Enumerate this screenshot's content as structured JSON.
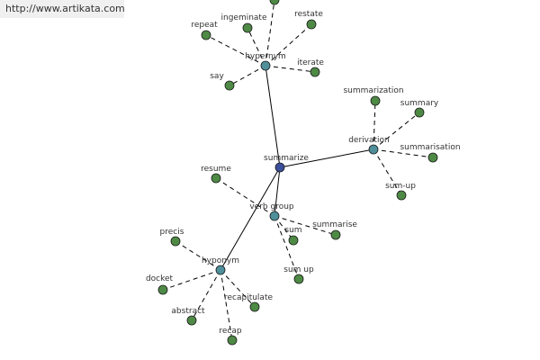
{
  "watermark": "http://www.artikata.com",
  "colors": {
    "center": "#3c4f9a",
    "hub": "#4f8f9a",
    "leaf": "#4e8a45",
    "edge": "#000000"
  },
  "nodes": {
    "summarize": "summarize",
    "hypernym_top": "hypernym",
    "derivation": "derivation",
    "verb_group": "verb group",
    "hyponym": "hyponym",
    "repeat": "repeat",
    "ingeminate": "ingeminate",
    "restate": "restate",
    "say": "say",
    "iterate": "iterate",
    "summarization": "summarization",
    "summary": "summary",
    "summarisation": "summarisation",
    "sum_up_deriv": "sum-up",
    "resume": "resume",
    "summarise": "summarise",
    "sum": "sum",
    "sum_up": "sum up",
    "precis": "precis",
    "docket": "docket",
    "abstract": "abstract",
    "recapitulate": "recapitulate",
    "recap": "recap"
  }
}
